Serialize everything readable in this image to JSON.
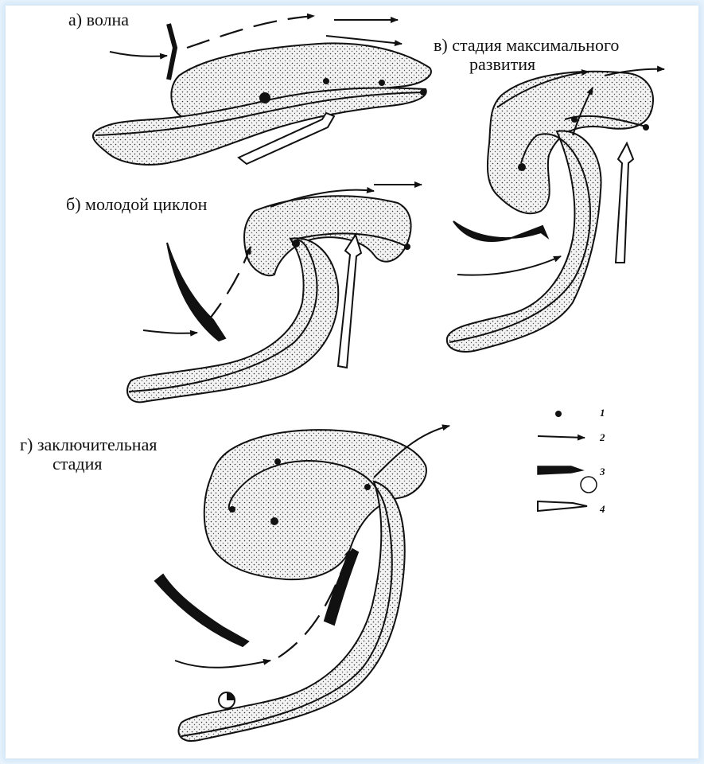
{
  "panels": {
    "a": {
      "label": "а) волна"
    },
    "v": {
      "label_line1": "в) стадия максимального",
      "label_line2": "развития"
    },
    "b": {
      "label": "б) молодой циклон"
    },
    "g": {
      "label_line1": "г) заключительная",
      "label_line2": "стадия"
    }
  },
  "legend": {
    "items": [
      {
        "number": "1",
        "symbol": "dot-icon"
      },
      {
        "number": "2",
        "symbol": "thin-arrow-icon"
      },
      {
        "number": "3",
        "symbol": "bold-arrow-icon"
      },
      {
        "number": "4",
        "symbol": "hollow-arrow-icon"
      }
    ]
  },
  "colors": {
    "background": "#e9f3fc",
    "ink": "#111111",
    "paper": "#ffffff"
  }
}
